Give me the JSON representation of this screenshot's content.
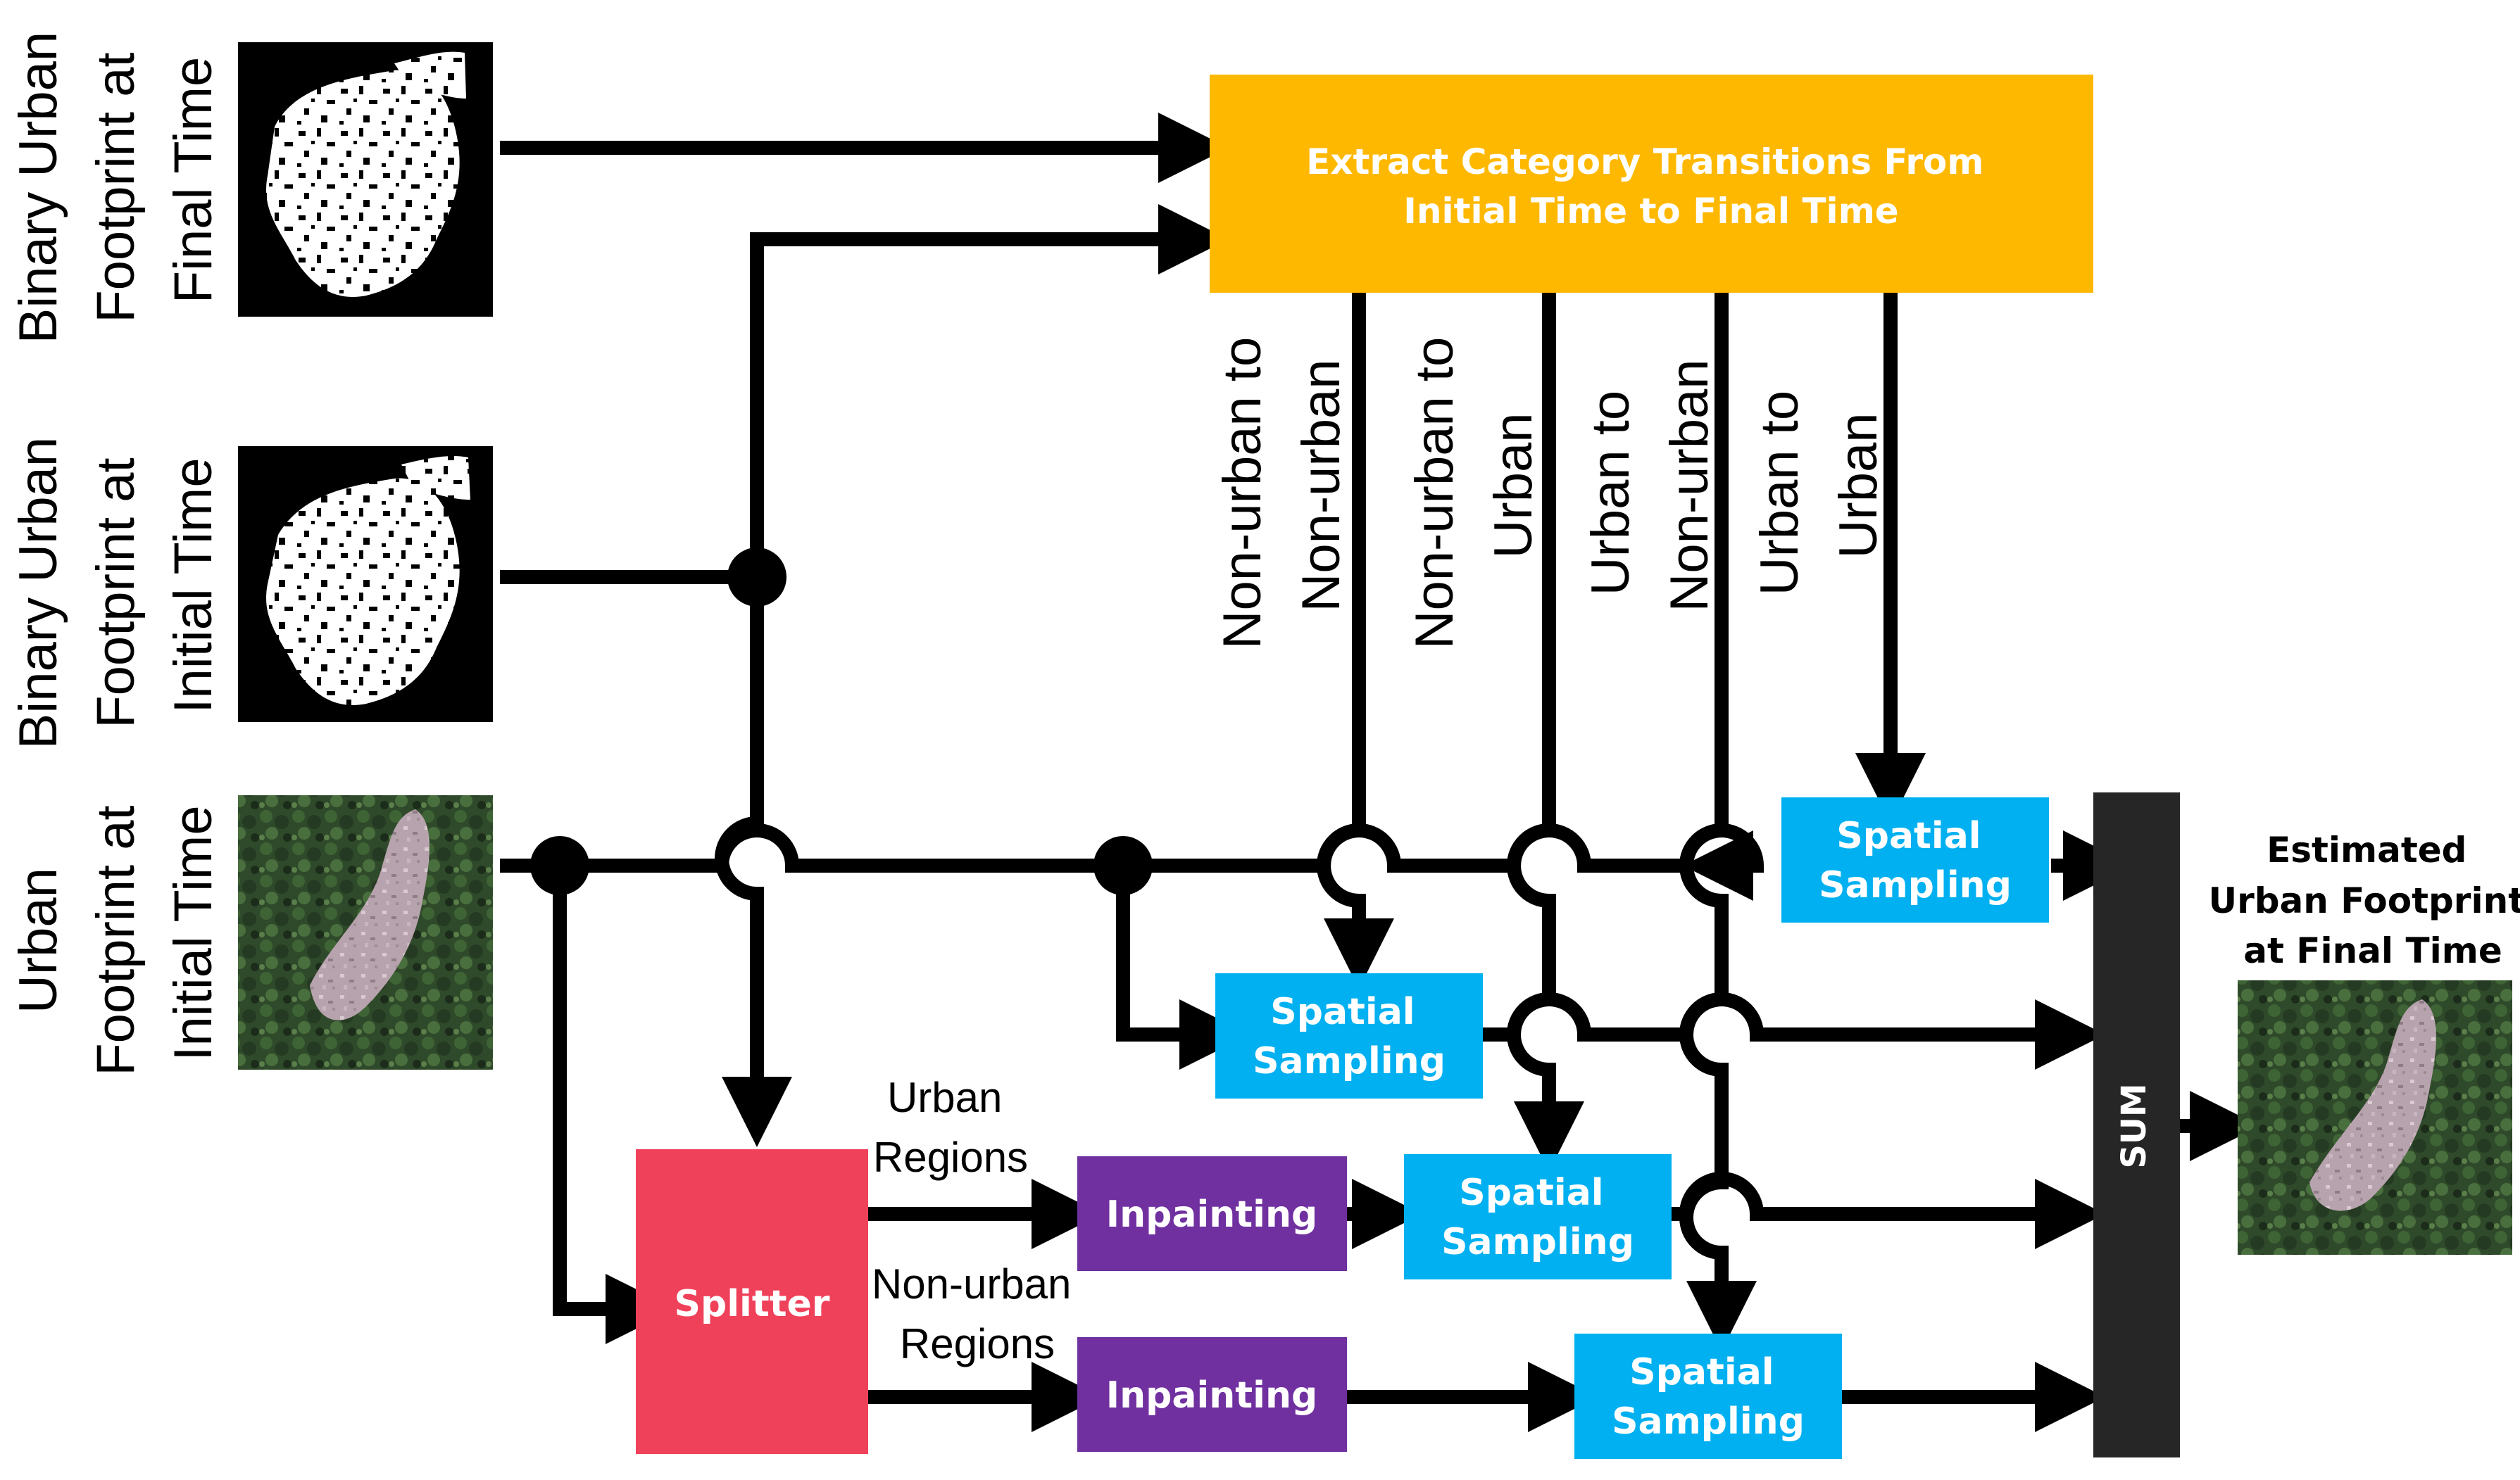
{
  "inputs": {
    "final_binary": [
      "Binary Urban",
      "Footprint at",
      "Final Time"
    ],
    "initial_binary": [
      "Binary Urban",
      "Footprint at",
      "Initial Time"
    ],
    "initial_image": [
      "Urban",
      "Footprint at",
      "Initial Time"
    ]
  },
  "extract_box": [
    "Extract Category Transitions From",
    "Initial Time to Final Time"
  ],
  "transitions": {
    "nn": [
      "Non-urban to",
      "Non-urban"
    ],
    "nu": [
      "Non-urban to",
      "Urban"
    ],
    "un": [
      "Urban to",
      "Non-urban"
    ],
    "uu": [
      "Urban to",
      "Urban"
    ]
  },
  "spatial_sampling": [
    "Spatial",
    "Sampling"
  ],
  "splitter": "Splitter",
  "inpainting": "Inpainting",
  "urban_regions": [
    "Urban",
    "Regions"
  ],
  "nonurban_regions": [
    "Non-urban",
    "Regions"
  ],
  "sum": "SUM",
  "output": [
    "Estimated",
    "Urban Footprint",
    "at Final Time"
  ],
  "colors": {
    "extract": "#FFB800",
    "sampling": "#00B0F0",
    "splitter": "#F0415A",
    "inpainting": "#7030A0",
    "sum": "#262626",
    "line": "#000000"
  }
}
